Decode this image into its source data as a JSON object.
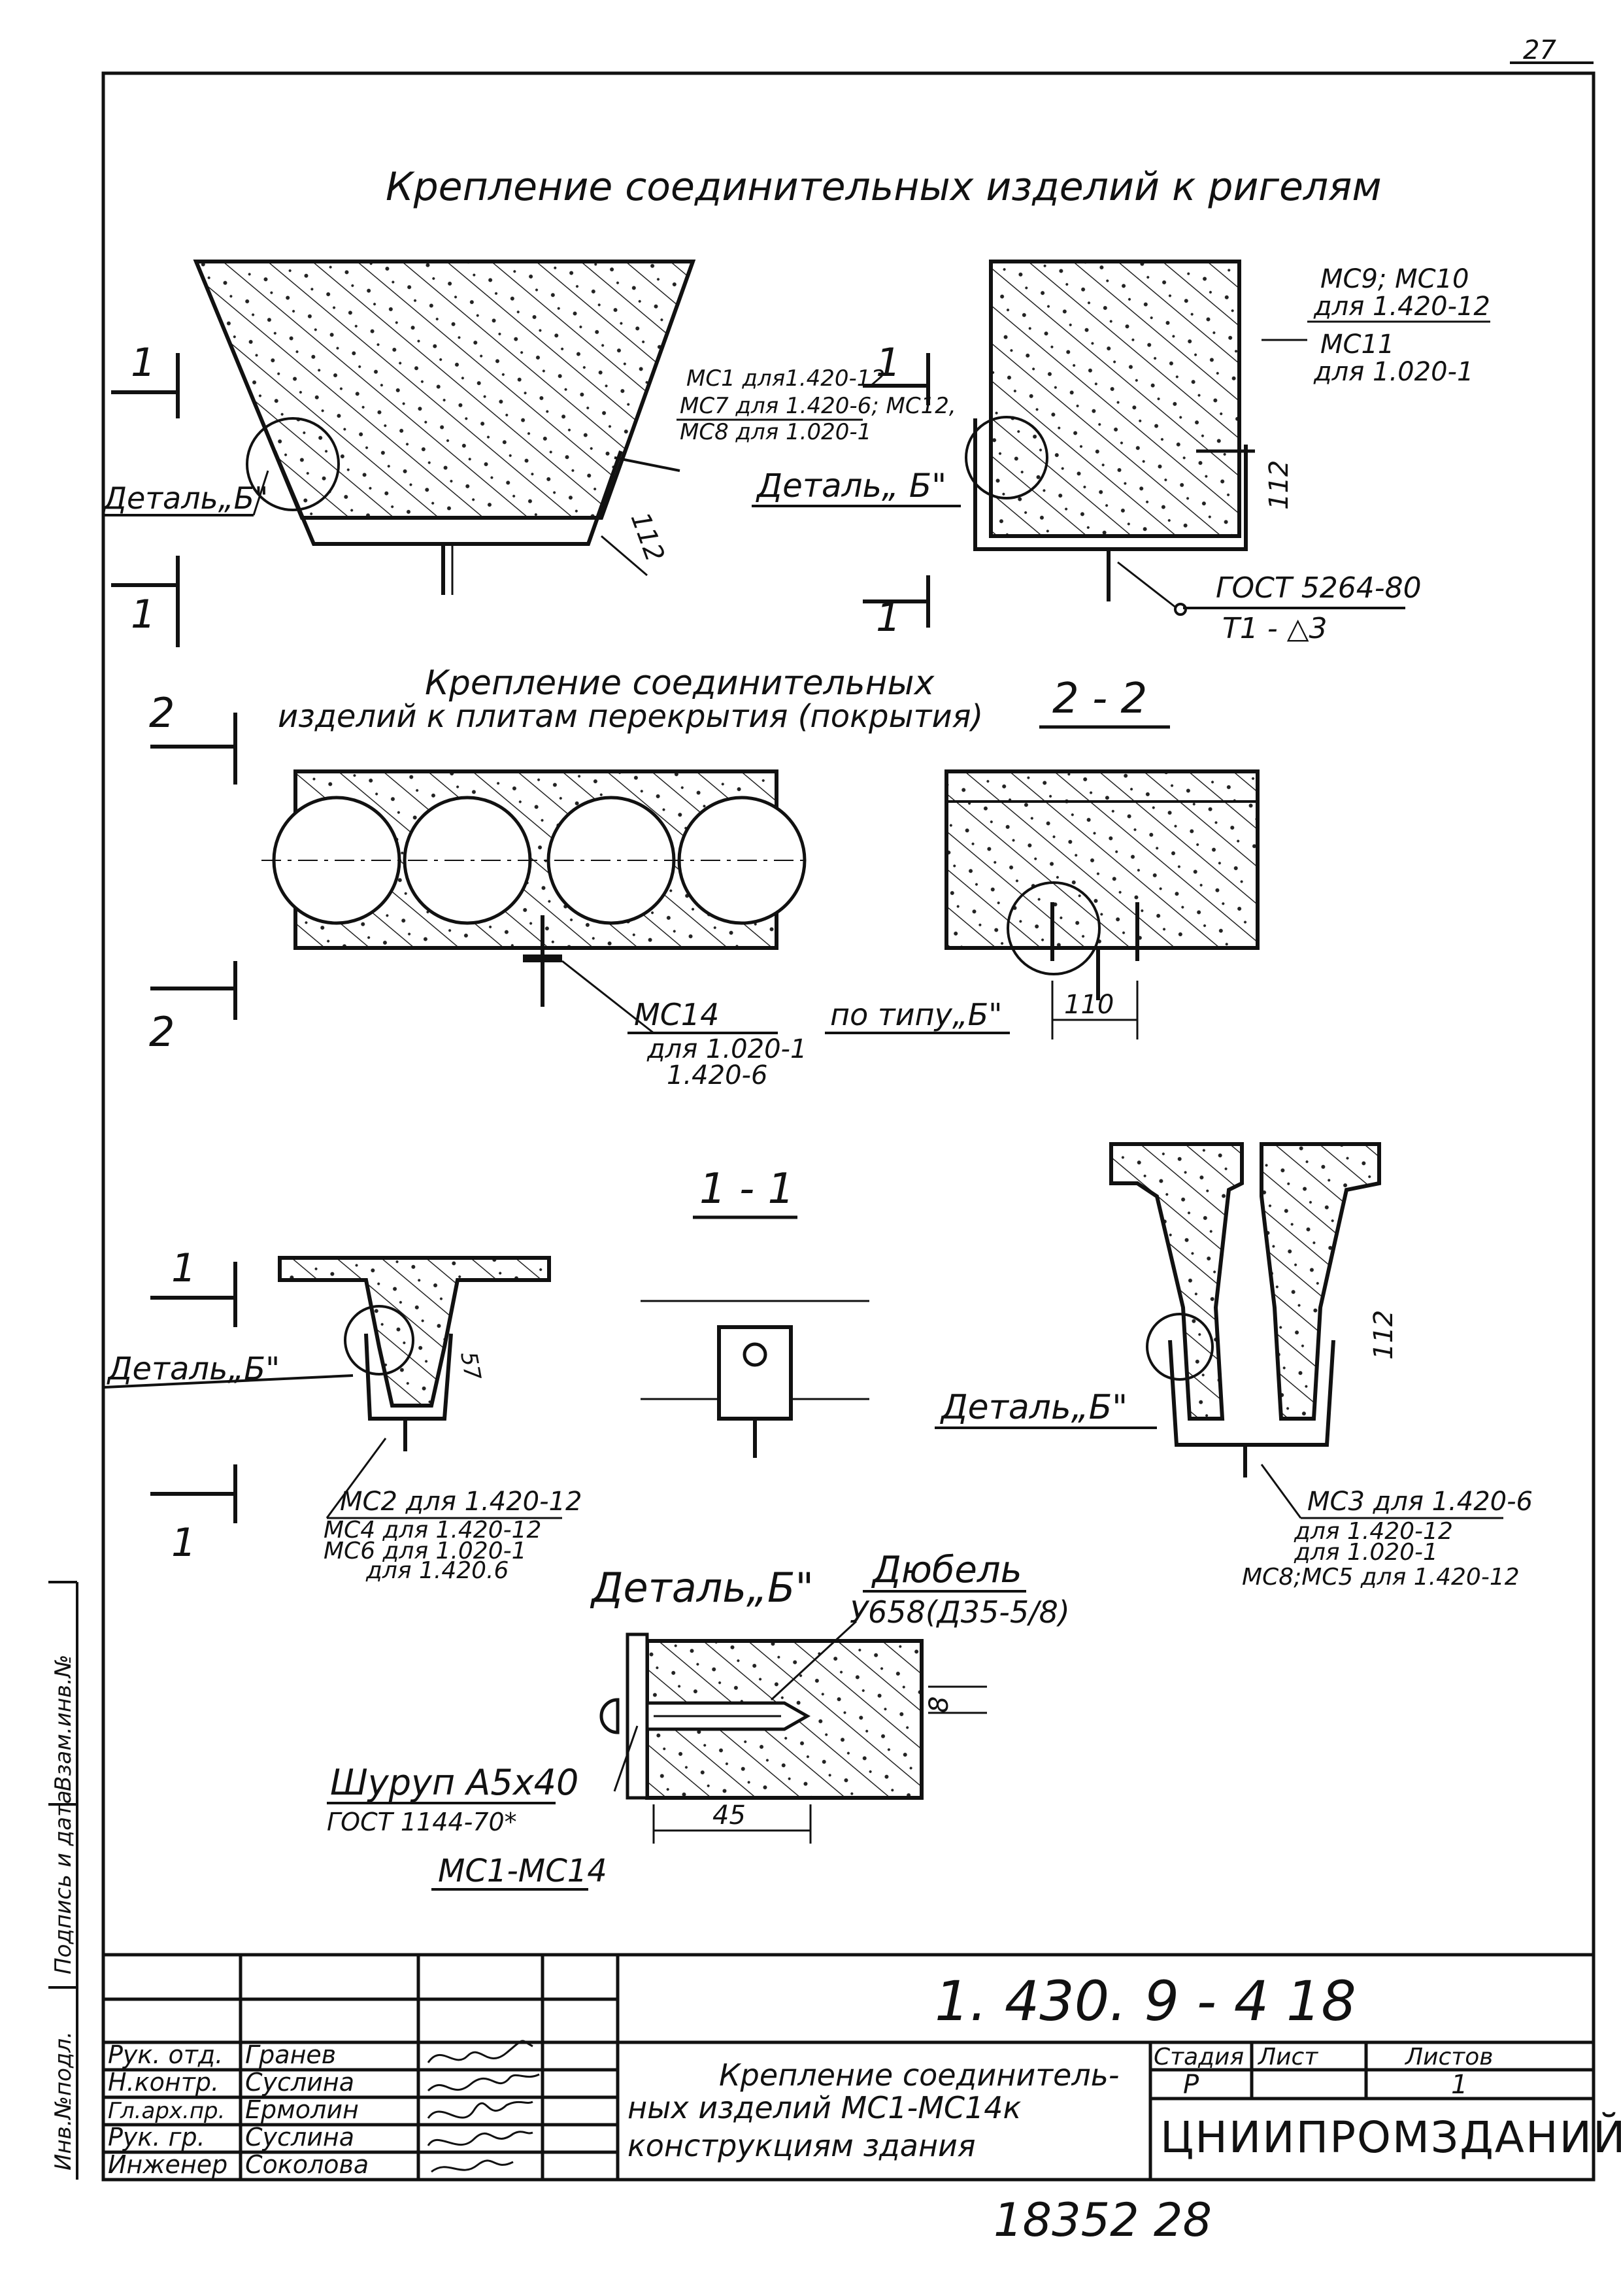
{
  "page_mark": "27",
  "titles": {
    "beams": "Крепление соединительных изделий к ригелям",
    "slabs_l1": "Крепление соединительных",
    "slabs_l2": "изделий к плитам перекрытия (покрытия)",
    "section_22": "2 - 2",
    "section_11": "1 - 1",
    "detail_b": "Деталь„Б\""
  },
  "section_marks": {
    "one": "1",
    "two": "2"
  },
  "labels": {
    "detail_b_a": "Деталь„Б\"",
    "detail_b_b": "Деталь„ Б\"",
    "detail_b_c": "Деталь„Б\"",
    "detail_b_d": "Деталь„Б\"",
    "mc1_l1": "МС1 для1.420-12",
    "mc1_l2": "МС7 для 1.420-6; МС12,",
    "mc1_l3": "МС8 для 1.020-1",
    "dim_112": "112",
    "mc9_l1": "МС9; МС10",
    "mc9_l2": "для 1.420-12",
    "mc11_l1": "МС11",
    "mc11_l2": "для 1.020-1",
    "gost_weld_l1": "ГОСТ 5264-80",
    "gost_weld_l2": "Т1 - △3",
    "mc14_l1": "МС14",
    "mc14_l2": "для 1.020-1",
    "mc14_l3": "1.420-6",
    "po_tipu": "по типу„Б\"",
    "dim_110": "110",
    "dim_57": "57",
    "mc2_l1": "МС2 для 1.420-12",
    "mc2_l2": "МС4 для 1.420-12",
    "mc2_l3": "МС6 для 1.020-1",
    "mc2_l4": "для 1.420.6",
    "mc3_l1": "МС3 для 1.420-6",
    "mc3_l2": "для 1.420-12",
    "mc3_l3": "для 1.020-1",
    "mc3_l4": "МС8;МС5 для 1.420-12",
    "dowel_l1": "Дюбель",
    "dowel_l2": "У658(Д35-5/8)",
    "screw_l1": "Шуруп А5х40",
    "screw_l2": "ГОСТ 1144-70*",
    "mc_range": "МС1-МС14",
    "dim_8": "8",
    "dim_45": "45"
  },
  "side_stamp": {
    "inv_no": "Инв.№подл.",
    "sign_date": "Подпись и дата",
    "replace": "Взам.инв.№"
  },
  "title_block": {
    "doc_code": "1. 430. 9 - 4 18",
    "description_l1": "Крепление соединитель-",
    "description_l2": "ных изделий МС1-МС14к",
    "description_l3": "конструкциям здания",
    "stage_h": "Стадия",
    "sheet_h": "Лист",
    "sheets_h": "Листов",
    "stage_v": "Р",
    "sheet_v": "",
    "sheets_v": "1",
    "org": "ЦНИИПРОМЗДАНИЙ",
    "staff": [
      {
        "role": "Рук. отд.",
        "name": "Гранев"
      },
      {
        "role": "Н.контр.",
        "name": "Суслина"
      },
      {
        "role": "Гл.арх.пр.",
        "name": "Ермолин"
      },
      {
        "role": "Рук. гр.",
        "name": "Суслина"
      },
      {
        "role": "Инженер",
        "name": "Соколова"
      }
    ]
  },
  "bottom_number": "18352 28"
}
